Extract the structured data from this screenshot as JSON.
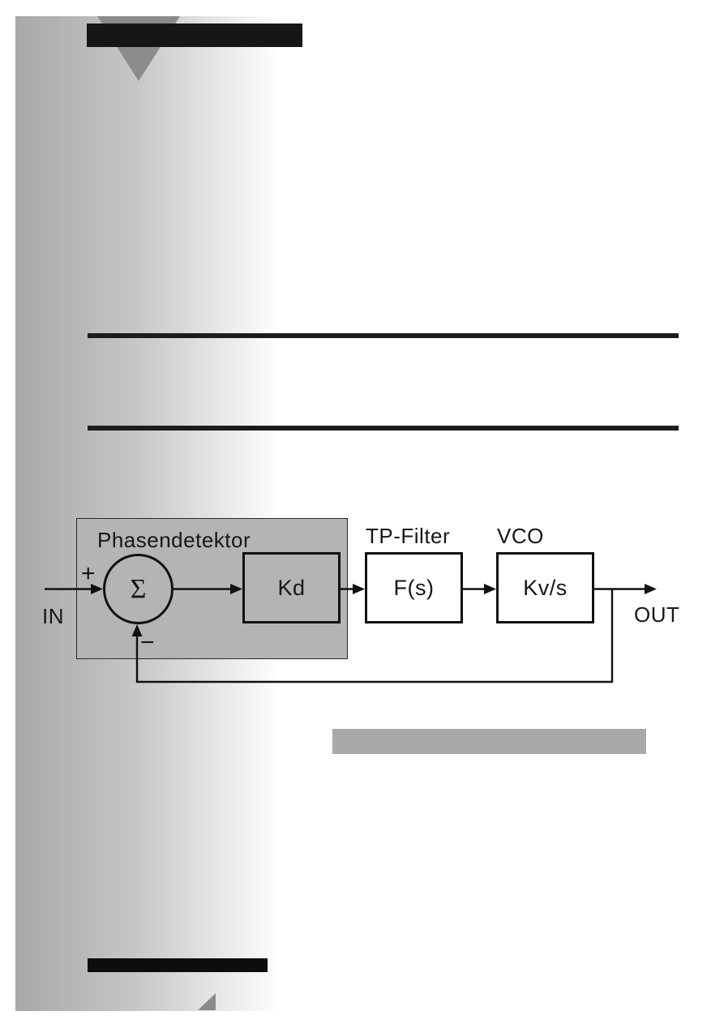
{
  "diagram": {
    "detector_group_label": "Phasendetektor",
    "summer": {
      "symbol": "Σ",
      "plus_sign": "+",
      "minus_sign": "−"
    },
    "input_label": "IN",
    "output_label": "OUT",
    "blocks": [
      {
        "label": "Kd"
      },
      {
        "caption": "TP-Filter",
        "label": "F(s)"
      },
      {
        "caption": "VCO",
        "label": "Kv/s"
      }
    ]
  },
  "colors": {
    "page_background": "#ffffff",
    "gradient_gray": "#a8a8a8",
    "detector_panel_gray": "#b4b4b4",
    "highlight_bar_gray": "#a9a9a9",
    "triangle_gray": "#8b8b8b",
    "ink_black": "#141414"
  }
}
